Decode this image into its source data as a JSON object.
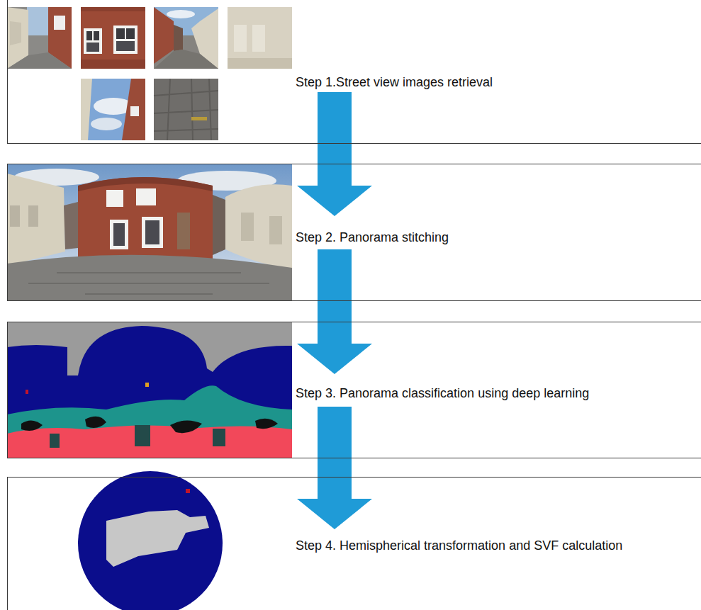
{
  "diagram": {
    "nodes": [
      {
        "text": [
          "Step 1.Street view images retrieval"
        ]
      },
      {
        "text": [
          "Step 2. Panorama stitching"
        ]
      },
      {
        "text": [
          "Step 3. Panorama classification using deep learning"
        ]
      },
      {
        "text": [
          "Step 4. Hemispherical transformation and SVF calculation"
        ]
      }
    ],
    "edges": [
      {
        "from": 0,
        "to": 1,
        "arrow": "to"
      },
      {
        "from": 1,
        "to": 2,
        "arrow": "to"
      },
      {
        "from": 2,
        "to": 3,
        "arrow": "to"
      }
    ]
  }
}
